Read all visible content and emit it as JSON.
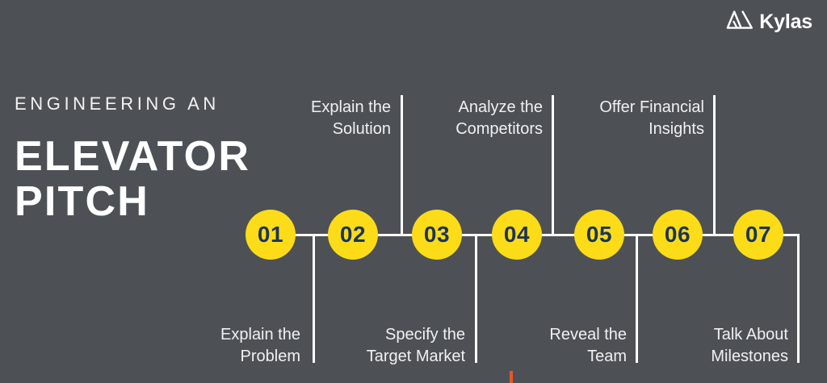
{
  "brand": {
    "name": "Kylas",
    "logo_icon": "mountain-peaks-icon",
    "color": "#ffffff"
  },
  "headline": {
    "eyebrow": "ENGINEERING AN",
    "title_line1": "ELEVATOR",
    "title_line2": "PITCH"
  },
  "theme": {
    "background": "#4d5156",
    "accent": "#fcdc18",
    "number_color": "#1d3557",
    "line_color": "#ffffff",
    "text_color": "#f0f0f0",
    "marker_color": "#e8562a"
  },
  "timeline": {
    "steps": [
      {
        "number": "01",
        "label": "Explain the\nProblem",
        "label_position": "bottom"
      },
      {
        "number": "02",
        "label": "Explain the\nSolution",
        "label_position": "top"
      },
      {
        "number": "03",
        "label": "Specify the\nTarget Market",
        "label_position": "bottom"
      },
      {
        "number": "04",
        "label": "Analyze the\nCompetitors",
        "label_position": "top"
      },
      {
        "number": "05",
        "label": "Reveal the\nTeam",
        "label_position": "bottom"
      },
      {
        "number": "06",
        "label": "Offer Financial\nInsights",
        "label_position": "top"
      },
      {
        "number": "07",
        "label": "Talk About\nMilestones",
        "label_position": "bottom"
      }
    ]
  }
}
